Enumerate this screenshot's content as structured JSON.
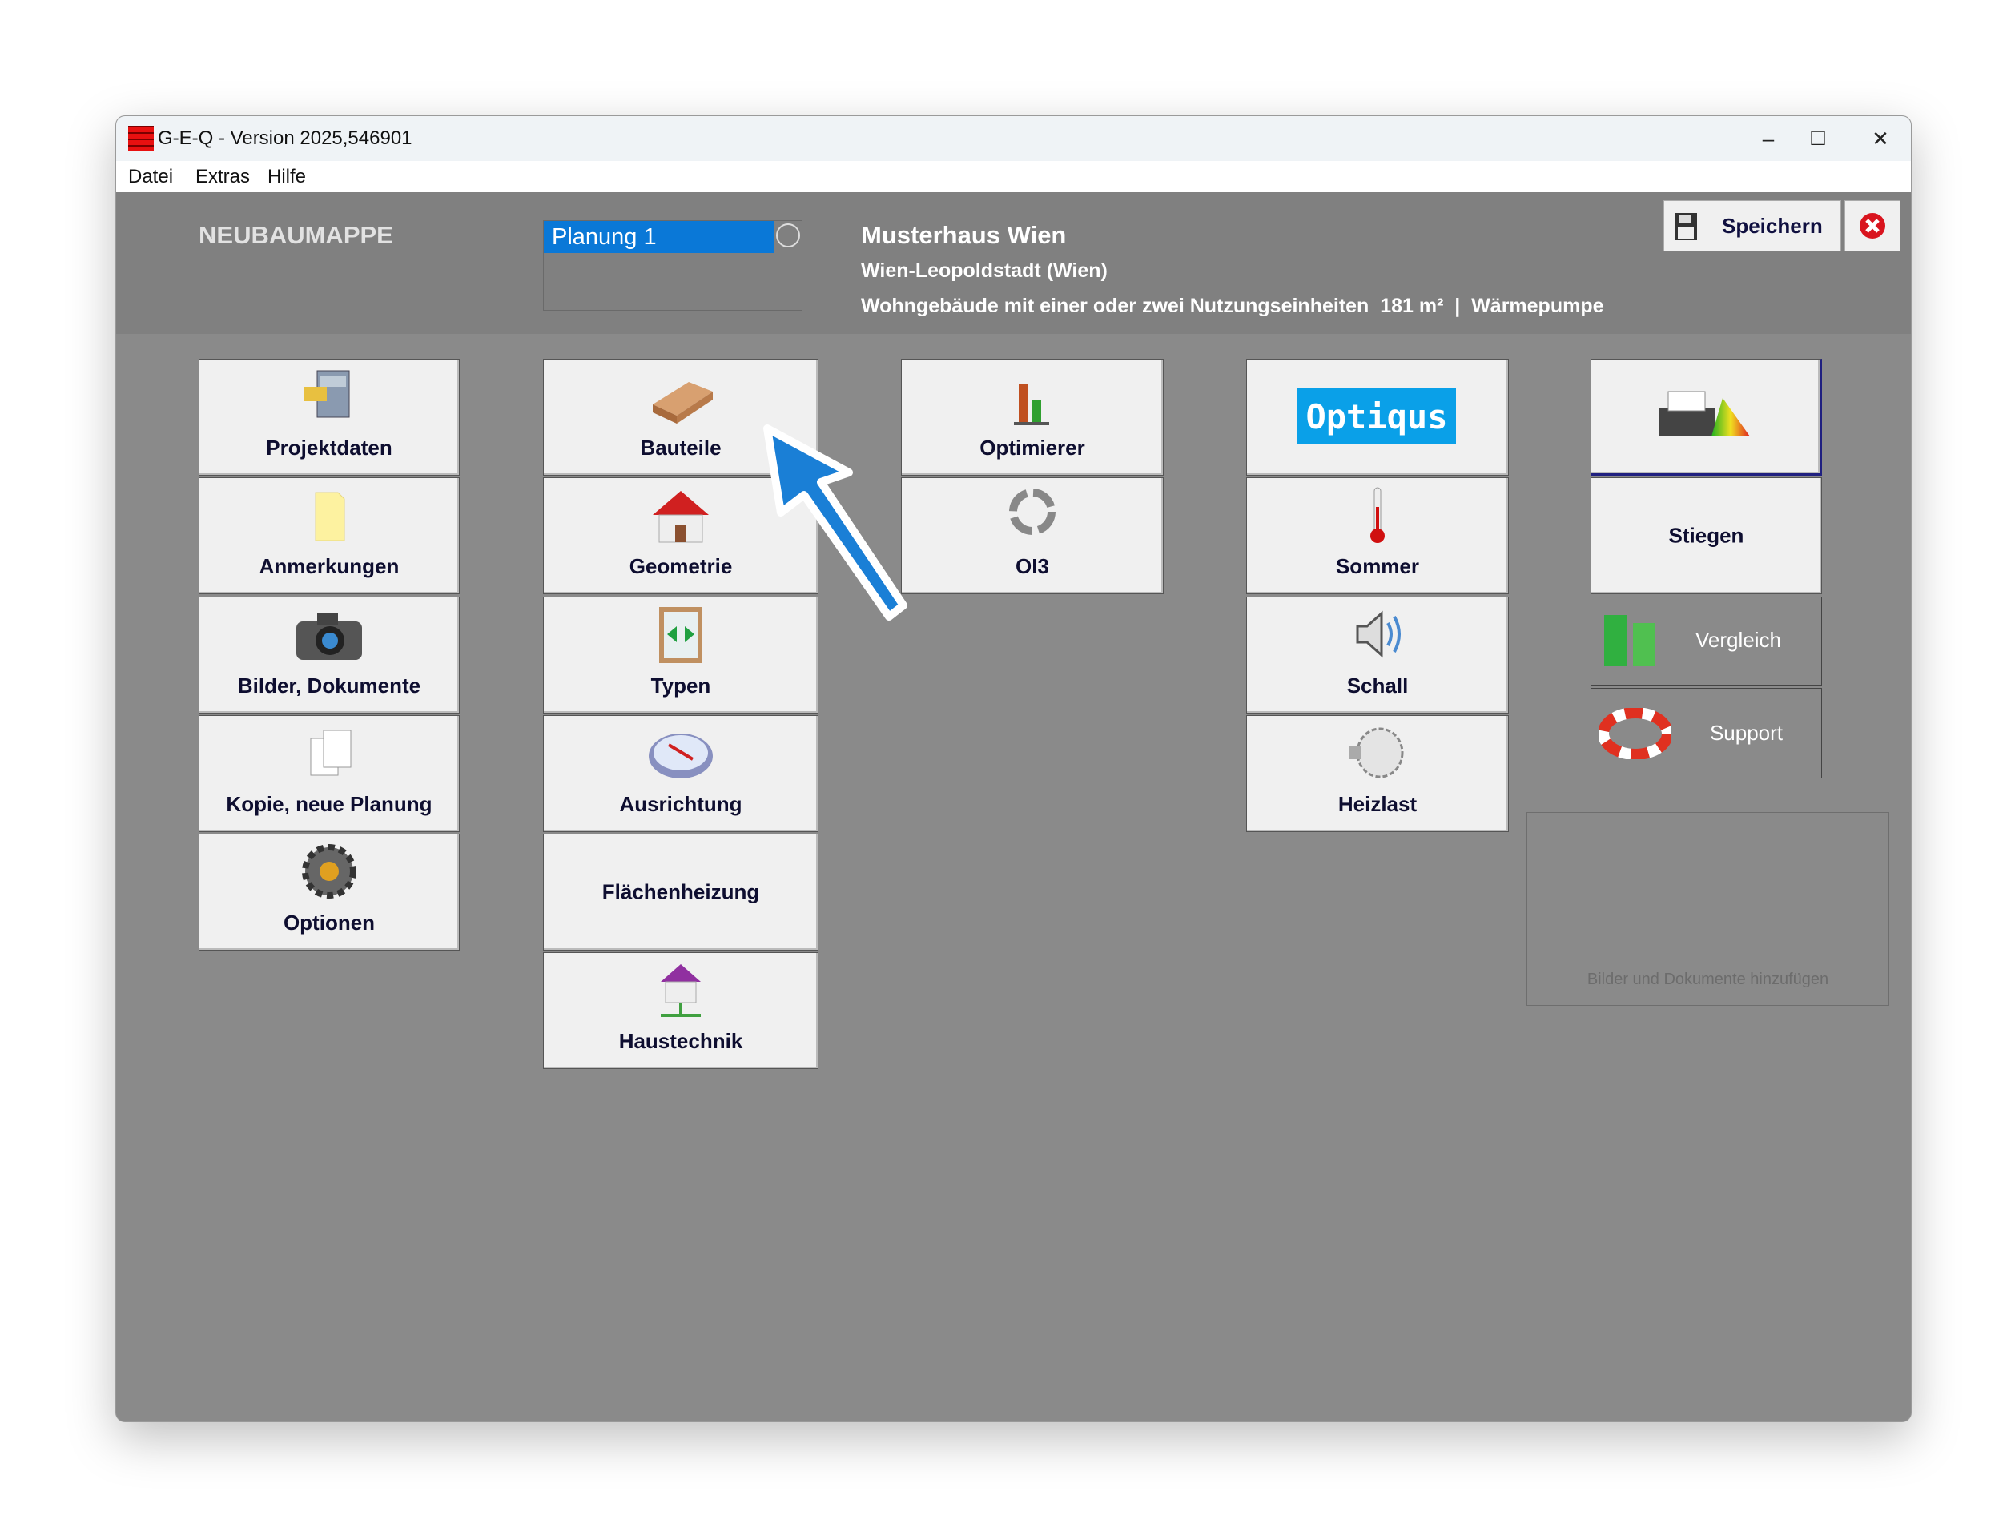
{
  "window": {
    "title": "G-E-Q - Version 2025,546901",
    "minimize": "–",
    "maximize": "☐",
    "close": "✕"
  },
  "menu": [
    "Datei",
    "Extras",
    "Hilfe"
  ],
  "header": {
    "section": "NEUBAUMAPPE",
    "planungen": [
      "Planung 1"
    ],
    "project_name": "Musterhaus Wien",
    "location": "Wien-Leopoldstadt (Wien)",
    "info": "Wohngebäude mit einer oder zwei Nutzungseinheiten  181 m²  |  Wärmepumpe",
    "save_label": "Speichern"
  },
  "tiles": {
    "col1": [
      "Projektdaten",
      "Anmerkungen",
      "Bilder, Dokumente",
      "Kopie, neue Planung",
      "Optionen"
    ],
    "col2": [
      "Bauteile",
      "Geometrie",
      "Typen",
      "Ausrichtung",
      "Flächenheizung",
      "Haustechnik"
    ],
    "col3": [
      "Optimierer",
      "OI3"
    ],
    "col4": [
      "Optiqus",
      "Sommer",
      "Schall",
      "Heizlast"
    ],
    "col5": {
      "stiegen": "Stiegen",
      "vergleich": "Vergleich",
      "support": "Support"
    }
  },
  "docbox": {
    "placeholder": "Bilder und Dokumente hinzufügen"
  },
  "colors": {
    "accent": "#0a78d7",
    "arrow": "#1a7fd6",
    "panel": "#8a8a8a",
    "header": "#808080"
  }
}
